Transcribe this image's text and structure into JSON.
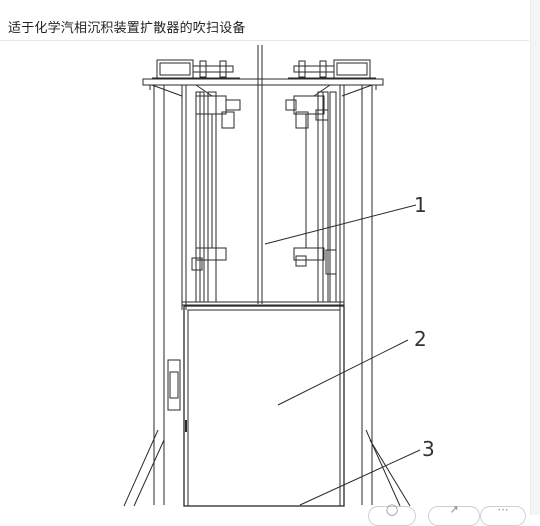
{
  "page": {
    "title": "适于化学汽相沉积装置扩散器的吹扫设备"
  },
  "figure": {
    "callouts": [
      "1",
      "2",
      "3"
    ]
  },
  "toolbar": {
    "icons": [
      "zoom-icon",
      "share-icon",
      "more-icon"
    ]
  }
}
